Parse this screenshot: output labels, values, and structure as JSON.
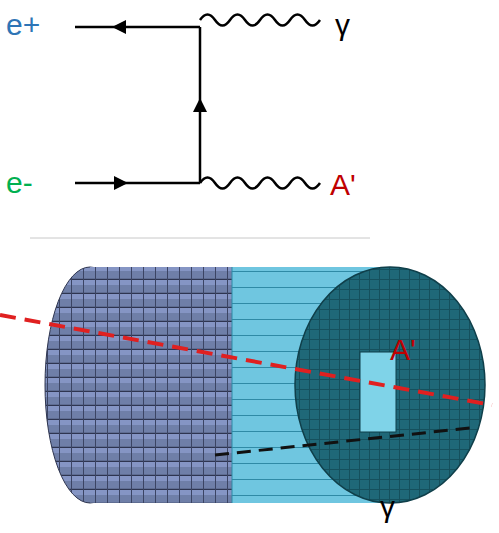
{
  "diagram": {
    "labels": [
      "e+",
      "e-",
      "γ",
      "A'",
      "A'",
      "γ"
    ]
  }
}
